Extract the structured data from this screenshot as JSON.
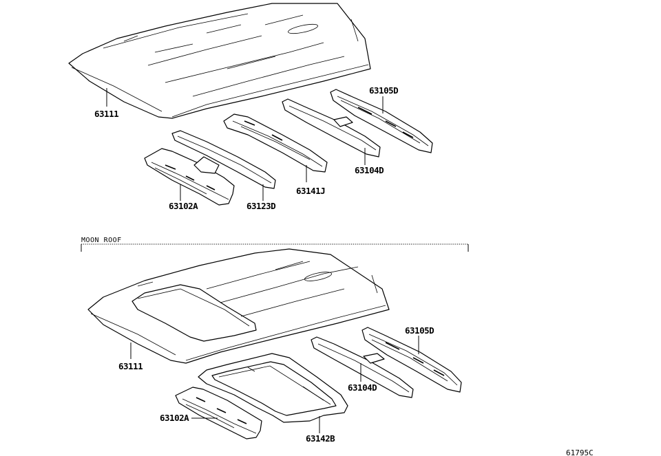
{
  "diagram": {
    "standard_roof": {
      "roof_panel_label": "63111",
      "rear_rail_label": "63105D",
      "rear_bow_label": "63104D",
      "center_bow_label": "63141J",
      "front_bow_label": "63123D",
      "front_header_label": "63102A"
    },
    "moon_roof": {
      "section_title": "MOON ROOF",
      "roof_panel_label": "63111",
      "rear_rail_label": "63105D",
      "rear_bow_label": "63104D",
      "reinforcement_frame_label": "63142B",
      "front_header_label": "63102A"
    },
    "illustration_id": "61795C"
  }
}
